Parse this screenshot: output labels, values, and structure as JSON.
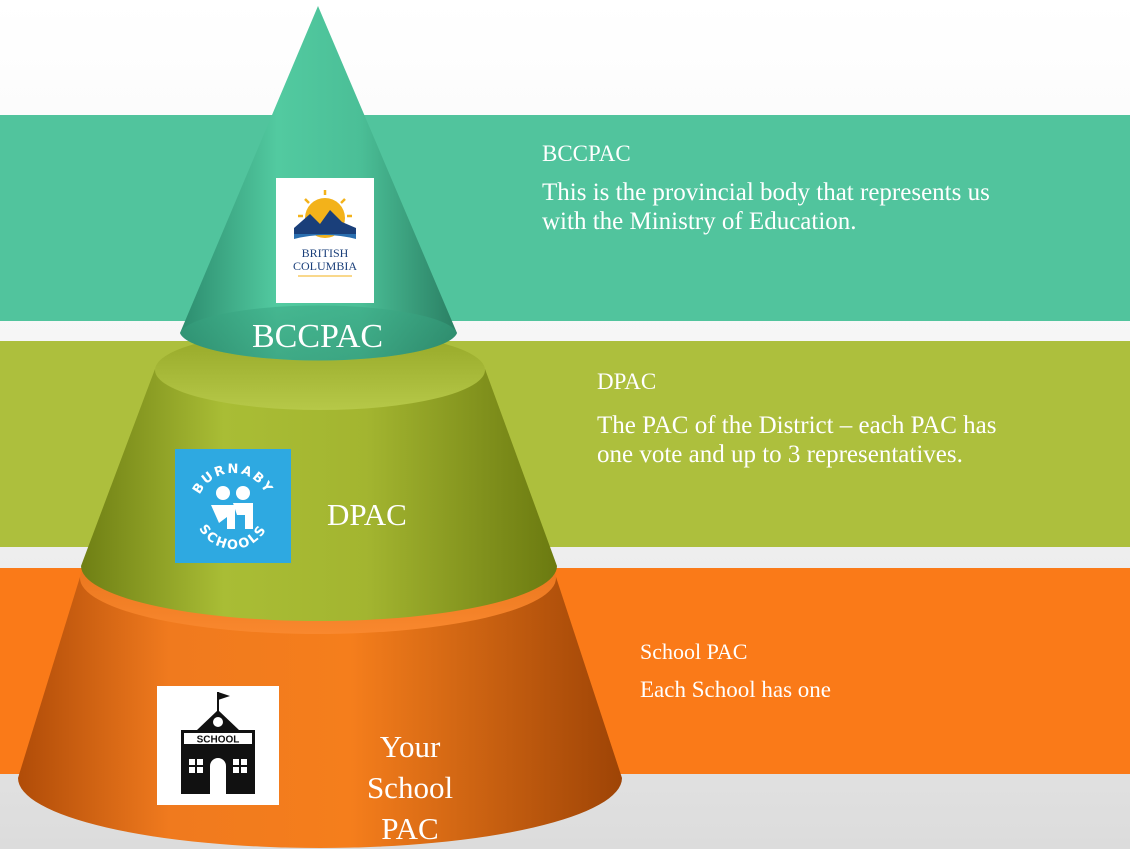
{
  "colors": {
    "top": "#51c49d",
    "middle": "#adbf3d",
    "bottom": "#fa7a18",
    "text": "#ffffff"
  },
  "tiers": {
    "top": {
      "band_title": "BCCPAC",
      "band_description": "This is the provincial body that represents us with the Ministry of Education.",
      "shape_label": "BCCPAC",
      "logo_text": [
        "BRITISH",
        "COLUMBIA"
      ]
    },
    "middle": {
      "band_title": "DPAC",
      "band_description": "The PAC of the District – each PAC has one vote and up to 3 representatives.",
      "shape_label": "DPAC",
      "logo_text": [
        "BURNABY",
        "SCHOOLS"
      ]
    },
    "bottom": {
      "band_title": "School PAC",
      "band_description": "Each School has one",
      "shape_label": "Your School PAC",
      "logo_text": "SCHOOL"
    }
  }
}
